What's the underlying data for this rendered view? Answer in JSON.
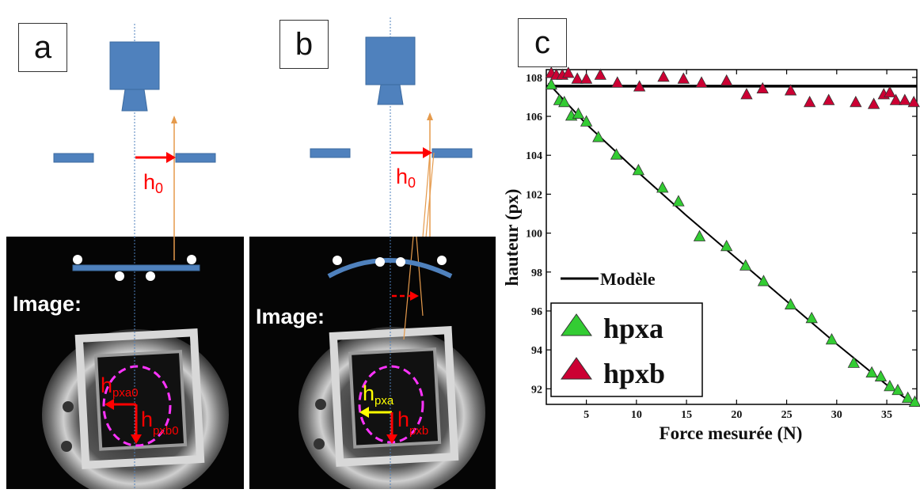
{
  "panels": {
    "a": {
      "label": "a",
      "h_label": "h",
      "h_sub": "0",
      "image_label": "Image:",
      "hpx_a_main": "h",
      "hpx_a_sub": "pxa0",
      "hpx_b_main": "h",
      "hpx_b_sub": "pxb0"
    },
    "b": {
      "label": "b",
      "h_label": "h",
      "h_sub": "0",
      "image_label": "Image:",
      "hpx_a_main": "h",
      "hpx_a_sub": "pxa",
      "hpx_b_main": "h",
      "hpx_b_sub": "pxb"
    },
    "c": {
      "label": "c"
    }
  },
  "colors": {
    "camera": "#4f81bd",
    "arrow_red": "#ff0000",
    "arrow_yellow": "#ffff00",
    "orange_ray": "#e59a4c",
    "dashed_circle": "#ff33ff",
    "hpxa_marker": "#33cc33",
    "hpxb_marker": "#cc0033"
  },
  "chart_data": {
    "type": "scatter",
    "xlabel": "Force mesurée (N)",
    "ylabel": "hauteur (px)",
    "xlim": [
      1,
      38
    ],
    "ylim": [
      91.2,
      108.4
    ],
    "xticks": [
      5,
      10,
      15,
      20,
      25,
      30,
      35
    ],
    "yticks": [
      92,
      94,
      96,
      98,
      100,
      102,
      104,
      106,
      108
    ],
    "legend_model": "Modèle",
    "series": [
      {
        "name": "hpxa",
        "marker": "triangle",
        "color": "#33cc33",
        "points": [
          [
            1.5,
            107.6
          ],
          [
            2.3,
            106.8
          ],
          [
            2.8,
            106.7
          ],
          [
            3.5,
            106.0
          ],
          [
            4.2,
            106.1
          ],
          [
            5.0,
            105.7
          ],
          [
            6.2,
            104.9
          ],
          [
            8.0,
            104.0
          ],
          [
            10.2,
            103.2
          ],
          [
            12.6,
            102.3
          ],
          [
            14.2,
            101.6
          ],
          [
            16.3,
            99.8
          ],
          [
            19.0,
            99.3
          ],
          [
            20.9,
            98.3
          ],
          [
            22.7,
            97.5
          ],
          [
            25.4,
            96.3
          ],
          [
            27.5,
            95.6
          ],
          [
            29.5,
            94.5
          ],
          [
            31.7,
            93.3
          ],
          [
            33.5,
            92.8
          ],
          [
            34.4,
            92.6
          ],
          [
            35.3,
            92.1
          ],
          [
            36.1,
            91.9
          ],
          [
            37.1,
            91.5
          ],
          [
            37.8,
            91.3
          ]
        ]
      },
      {
        "name": "hpxb",
        "marker": "triangle",
        "color": "#cc0033",
        "points": [
          [
            1.5,
            108.2
          ],
          [
            2.0,
            108.1
          ],
          [
            2.6,
            108.1
          ],
          [
            3.2,
            108.2
          ],
          [
            4.1,
            107.9
          ],
          [
            5.0,
            107.9
          ],
          [
            6.4,
            108.1
          ],
          [
            8.1,
            107.7
          ],
          [
            10.3,
            107.5
          ],
          [
            12.7,
            108.0
          ],
          [
            14.7,
            107.9
          ],
          [
            16.5,
            107.7
          ],
          [
            19.0,
            107.8
          ],
          [
            21.0,
            107.1
          ],
          [
            22.6,
            107.4
          ],
          [
            25.4,
            107.3
          ],
          [
            27.3,
            106.7
          ],
          [
            29.2,
            106.8
          ],
          [
            31.9,
            106.7
          ],
          [
            33.7,
            106.6
          ],
          [
            34.7,
            107.1
          ],
          [
            35.3,
            107.2
          ],
          [
            35.9,
            106.8
          ],
          [
            36.8,
            106.8
          ],
          [
            37.7,
            106.7
          ]
        ]
      }
    ],
    "models": [
      {
        "name": "model-flat",
        "points": [
          [
            1.0,
            107.55
          ],
          [
            38.0,
            107.55
          ]
        ]
      },
      {
        "name": "model-slope",
        "points": [
          [
            1.2,
            107.7
          ],
          [
            5.0,
            105.6
          ],
          [
            10.0,
            103.2
          ],
          [
            15.0,
            100.9
          ],
          [
            20.0,
            98.7
          ],
          [
            25.0,
            96.5
          ],
          [
            30.0,
            94.3
          ],
          [
            35.0,
            92.2
          ],
          [
            38.0,
            91.1
          ]
        ]
      }
    ]
  }
}
